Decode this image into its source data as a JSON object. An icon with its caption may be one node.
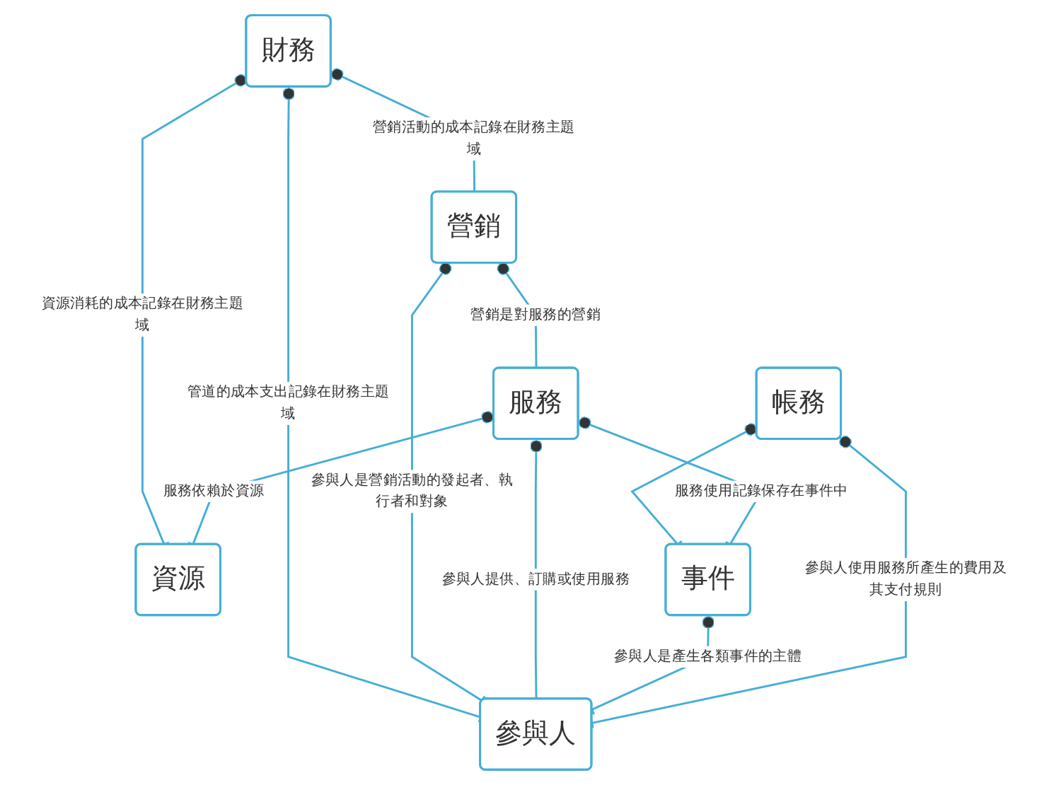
{
  "diagram": {
    "nodes": [
      {
        "text": [
          "資源"
        ]
      },
      {
        "text": [
          "服務"
        ]
      },
      {
        "text": [
          "帳務"
        ]
      },
      {
        "text": [
          "事件"
        ]
      },
      {
        "text": [
          "參與人"
        ]
      },
      {
        "text": [
          "財務"
        ]
      },
      {
        "text": [
          "營銷"
        ]
      }
    ],
    "edges": [
      {
        "from": 1,
        "to": 0,
        "arrow": "other",
        "label": "服務依賴於資源"
      },
      {
        "from": 1,
        "to": 3,
        "arrow": "other",
        "label": "服務使用記錄保存在事件中"
      },
      {
        "from": 2,
        "to": 3,
        "arrow": "other"
      },
      {
        "from": 2,
        "to": 4,
        "arrow": "other",
        "label": "參與人使用服務所產生的費用及其支付規則"
      },
      {
        "from": 3,
        "to": 4,
        "arrow": "other",
        "label": "參與人是產生各類事件的主體"
      },
      {
        "from": 1,
        "to": 4,
        "arrow": "other",
        "label": "參與人提供、訂購或使用服務"
      },
      {
        "from": 6,
        "to": 4,
        "arrow": "other",
        "label": "參與人是營銷活動的發起者、執行者和對象"
      },
      {
        "from": 5,
        "to": 4,
        "arrow": "other",
        "label": "管道的成本支出記錄在財務主題域"
      },
      {
        "from": 5,
        "to": 0,
        "arrow": "other",
        "label": "資源消耗的成本記錄在財務主題域"
      },
      {
        "from": 6,
        "to": 1,
        "arrow": "other",
        "label": "營銷是對服務的營銷"
      },
      {
        "from": 5,
        "to": 6,
        "arrow": "other",
        "label": "營銷活動的成本記錄在財務主題域"
      }
    ]
  }
}
